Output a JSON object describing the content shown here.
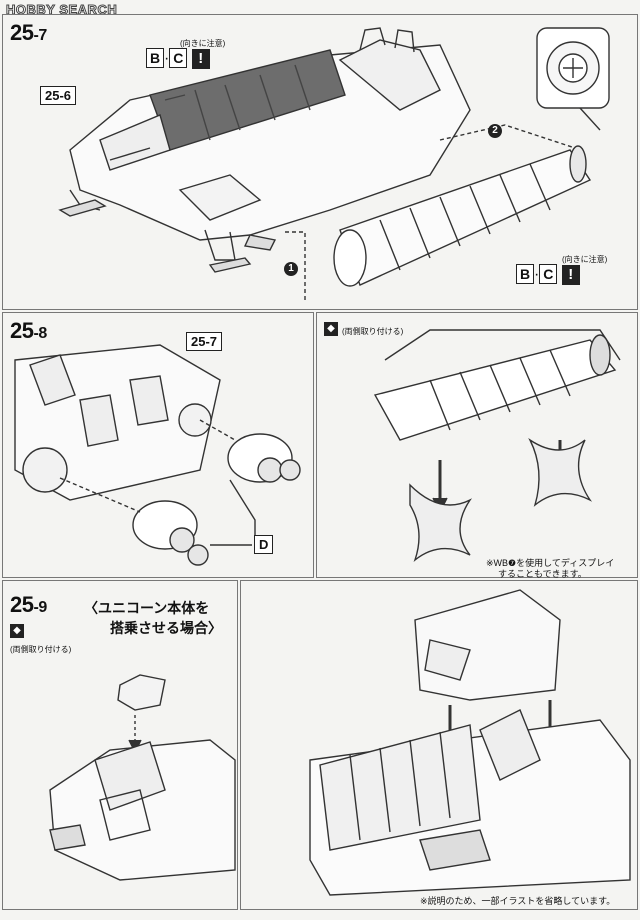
{
  "watermark": "HOBBY SEARCH",
  "steps": {
    "s257": {
      "label": "25",
      "num": "-7",
      "ref_left": "25-6",
      "orient_caption": "(向きに注意)",
      "letters": [
        "B",
        "C"
      ],
      "separator": "·",
      "warn": "!",
      "callout_1": "1",
      "callout_2": "2"
    },
    "s258": {
      "label": "25",
      "num": "-8",
      "ref": "25-7",
      "part": "D",
      "both_caption": "(両側取り付ける)",
      "note_line1": "※WB❼を使用してディスプレイ",
      "note_line2": "することもできます。"
    },
    "s259": {
      "label": "25",
      "num": "-9",
      "title_line1": "〈ユニコーン本体を",
      "title_line2": "搭乗させる場合〉",
      "both_caption": "(両側取り付ける)",
      "footnote": "※説明のため、一部イラストを省略しています。"
    }
  }
}
